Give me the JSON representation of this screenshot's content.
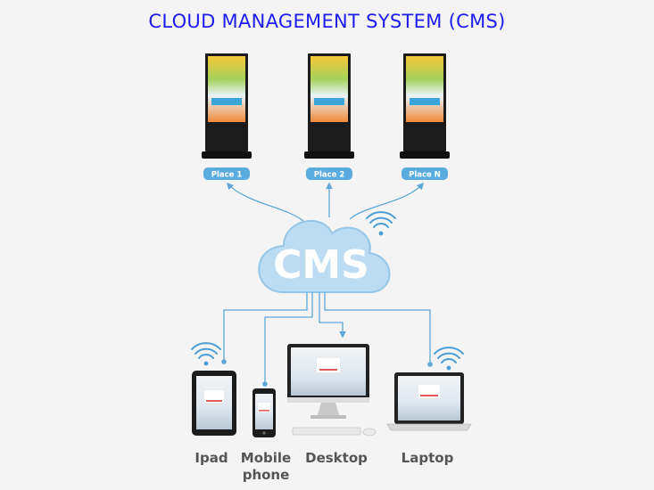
{
  "title": "CLOUD MANAGEMENT SYSTEM (CMS)",
  "cloud_label": "CMS",
  "places": [
    "Place 1",
    "Place 2",
    "Place N"
  ],
  "devices": {
    "ipad": "Ipad",
    "mobile": "Mobile\nphone",
    "desktop": "Desktop",
    "laptop": "Laptop"
  },
  "colors": {
    "title": "#1c1cf0",
    "cloud": "#bcdcf3",
    "line": "#5fa7d6",
    "badge": "#5aacde"
  },
  "icons": [
    "wifi-icon",
    "cloud-icon"
  ]
}
